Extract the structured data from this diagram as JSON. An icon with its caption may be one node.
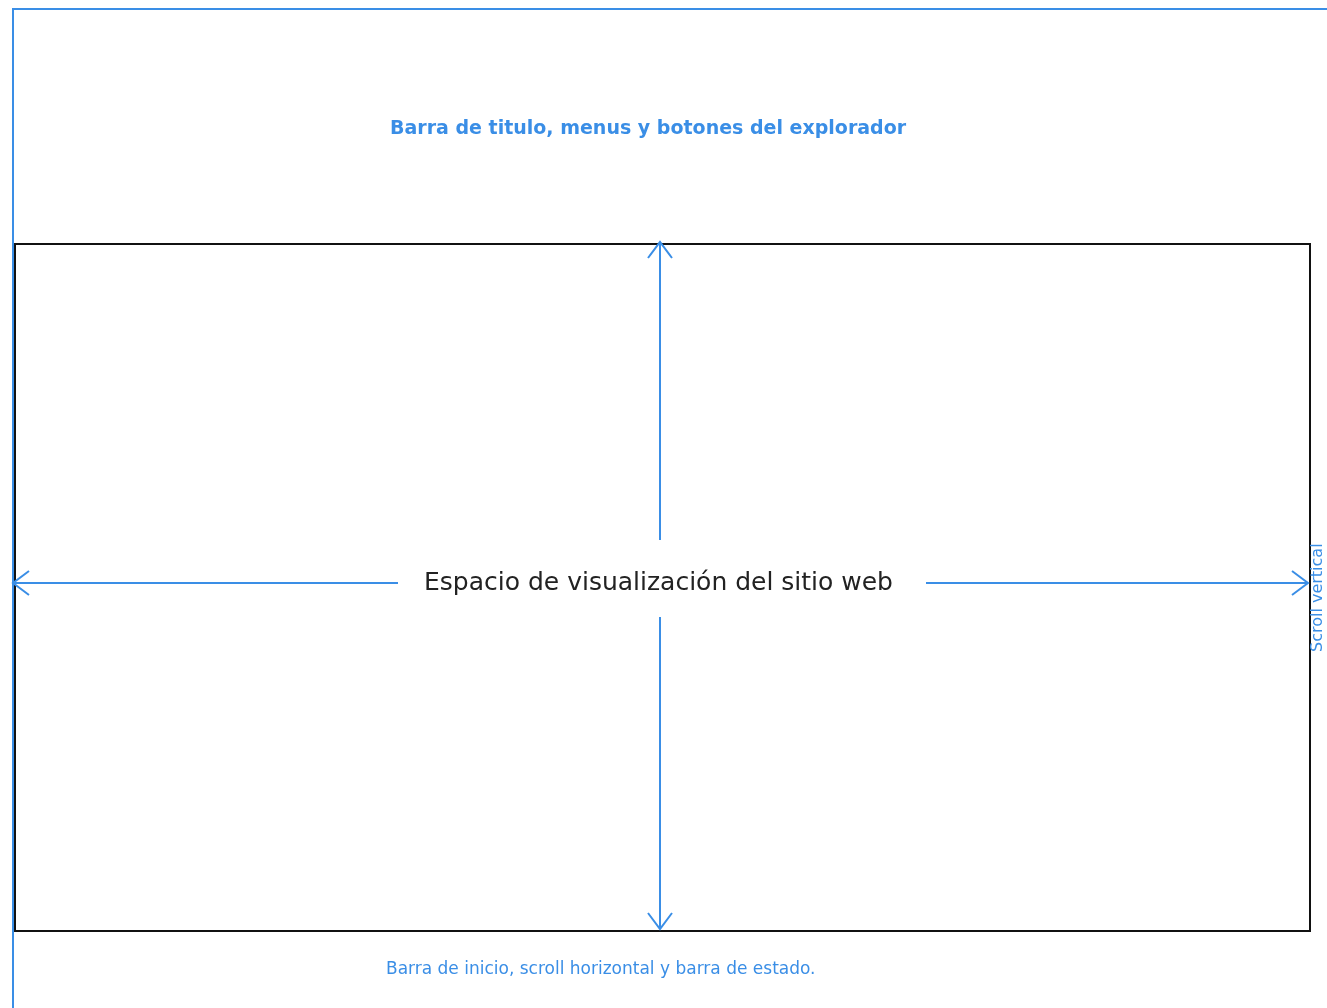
{
  "diagram": {
    "nodes": [
      {
        "text": [
          "Barra de titulo, menus y botones del explorador",
          "Barra de inicio, scroll horizontal y barra de estado.",
          "Scroll vertical"
        ]
      },
      {
        "text": [
          "Espacio de visualización del sitio web"
        ],
        "in": 0
      }
    ]
  }
}
